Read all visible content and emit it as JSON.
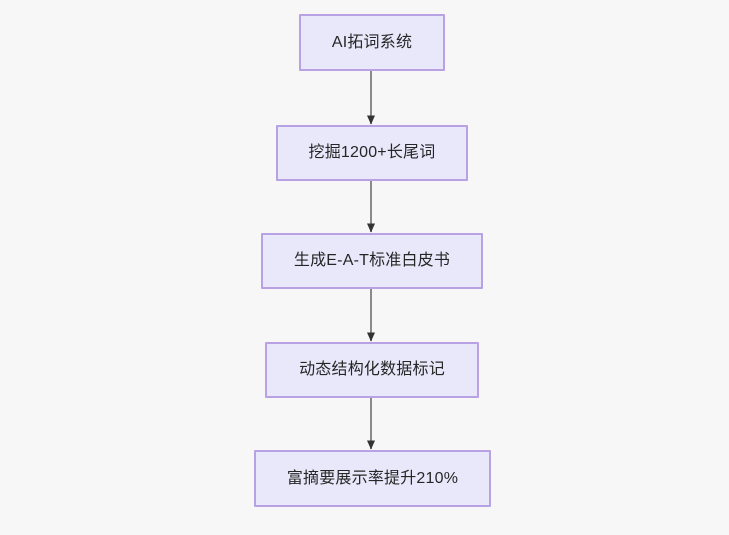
{
  "diagram": {
    "type": "flowchart",
    "orientation": "top-to-bottom",
    "background_color": "#f7f7f7",
    "node_fill_color": "#e9e8fb",
    "node_border_color": "#b8a2e3",
    "node_text_color": "#262626",
    "edge_line_color": "#8a8a8a",
    "edge_arrow_color": "#333333",
    "nodes": [
      {
        "id": "n1",
        "label": "AI拓词系统"
      },
      {
        "id": "n2",
        "label": "挖掘1200+长尾词"
      },
      {
        "id": "n3",
        "label": "生成E-A-T标准白皮书"
      },
      {
        "id": "n4",
        "label": "动态结构化数据标记"
      },
      {
        "id": "n5",
        "label": "富摘要展示率提升210%"
      }
    ],
    "edges": [
      {
        "from": "n1",
        "to": "n2",
        "label": ""
      },
      {
        "from": "n2",
        "to": "n3",
        "label": ""
      },
      {
        "from": "n3",
        "to": "n4",
        "label": ""
      },
      {
        "from": "n4",
        "to": "n5",
        "label": ""
      }
    ]
  }
}
